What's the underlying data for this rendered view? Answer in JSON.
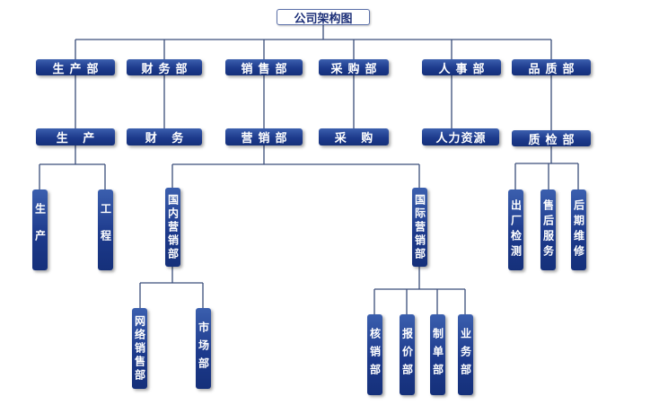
{
  "root": "公司架构图",
  "level1": [
    "生产部",
    "财务部",
    "销售部",
    "采购部",
    "人事部",
    "品质部"
  ],
  "level2": [
    "生 产",
    "财 务",
    "营销部",
    "采 购",
    "人力资源",
    "质检部"
  ],
  "production": [
    "生产",
    "工程"
  ],
  "marketing": [
    "国内营销部",
    "国际营销部"
  ],
  "domestic": [
    "网络销售部",
    "市场部"
  ],
  "international": [
    "核销部",
    "报价部",
    "制单部",
    "业务部"
  ],
  "quality": [
    "出厂检测",
    "售后服务",
    "后期维修"
  ],
  "colors": {
    "box": "#1d3a8c",
    "line": "#3a4d7a",
    "root_text": "#1c2f78"
  }
}
